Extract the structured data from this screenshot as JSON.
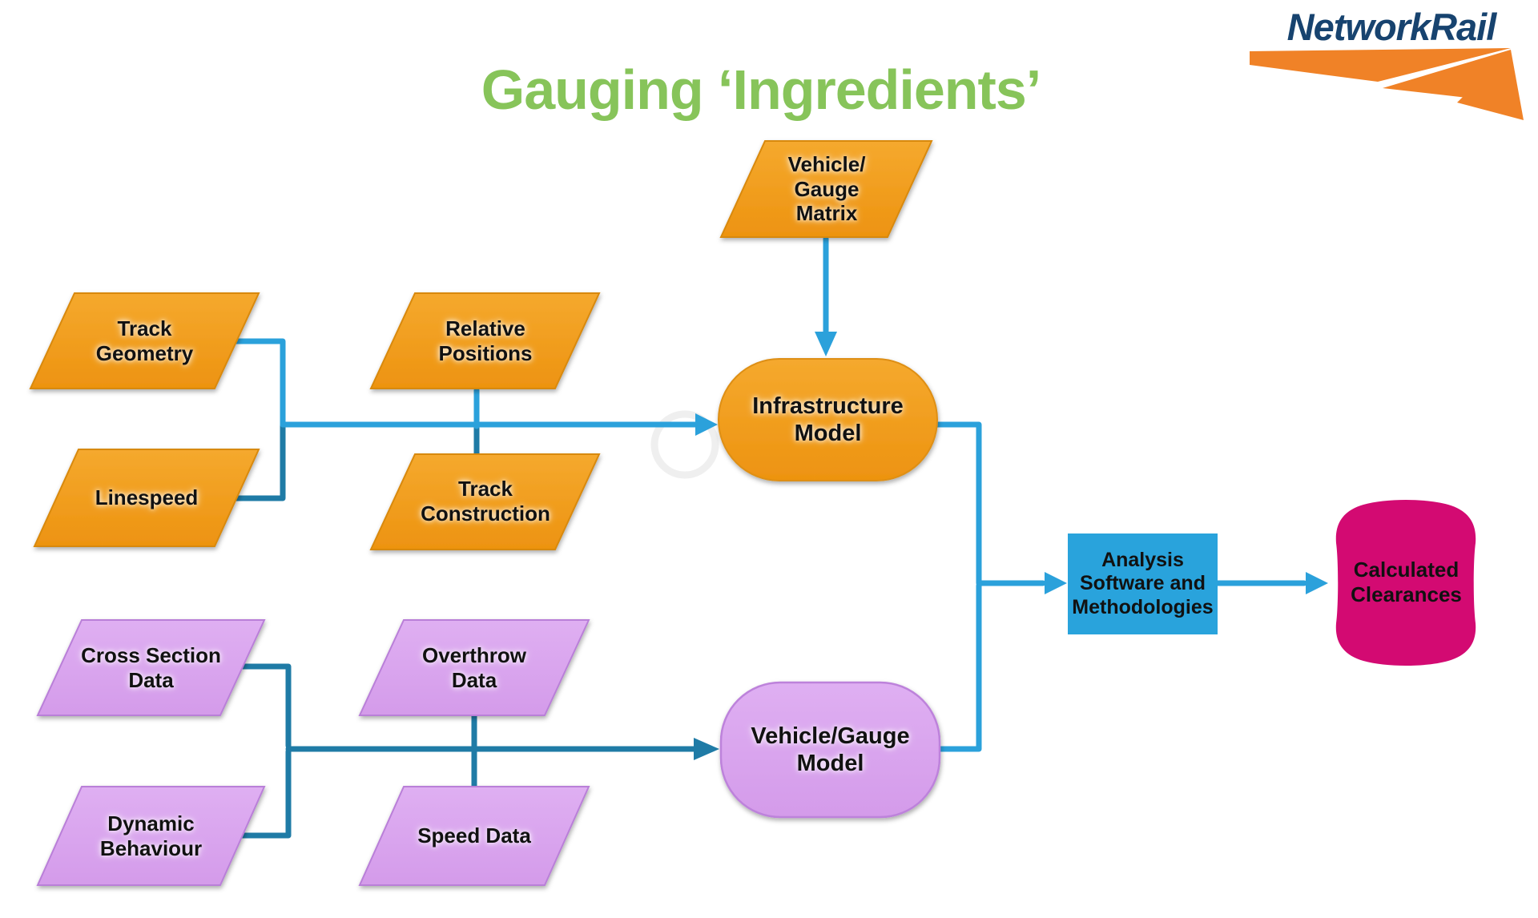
{
  "title": "Gauging ‘Ingredients’",
  "logo": {
    "text": "NetworkRail"
  },
  "colors": {
    "title_green": "#87C45A",
    "logo_navy": "#17436F",
    "logo_orange": "#F08227",
    "ingredient_orange": "#F09D1F",
    "ingredient_purple": "#D9A5EE",
    "connector_light_blue": "#2BA1DB",
    "connector_dark_blue": "#1F7BA6",
    "analysis_blue": "#29A3DC",
    "result_magenta": "#D30A72"
  },
  "nodes": {
    "vehicle_gauge_matrix": {
      "label": "Vehicle/\nGauge\nMatrix",
      "type": "parallelogram",
      "color": "#F09D1F"
    },
    "track_geometry": {
      "label": "Track\nGeometry",
      "type": "parallelogram",
      "color": "#F09D1F"
    },
    "linespeed": {
      "label": "Linespeed",
      "type": "parallelogram",
      "color": "#F09D1F"
    },
    "relative_positions": {
      "label": "Relative\nPositions",
      "type": "parallelogram",
      "color": "#F09D1F"
    },
    "track_construction": {
      "label": "Track\nConstruction",
      "type": "parallelogram",
      "color": "#F09D1F"
    },
    "infrastructure_model": {
      "label": "Infrastructure Model",
      "type": "stadium",
      "color": "#F09D1F"
    },
    "cross_section_data": {
      "label": "Cross Section\nData",
      "type": "parallelogram",
      "color": "#D9A5EE"
    },
    "dynamic_behaviour": {
      "label": "Dynamic\nBehaviour",
      "type": "parallelogram",
      "color": "#D9A5EE"
    },
    "overthrow_data": {
      "label": "Overthrow\nData",
      "type": "parallelogram",
      "color": "#D9A5EE"
    },
    "speed_data": {
      "label": "Speed Data",
      "type": "parallelogram",
      "color": "#D9A5EE"
    },
    "vehicle_gauge_model": {
      "label": "Vehicle/Gauge Model",
      "type": "stadium",
      "color": "#D9A5EE"
    },
    "analysis_software": {
      "label": "Analysis\nSoftware and\nMethodologies",
      "type": "rectangle",
      "color": "#29A3DC"
    },
    "calculated_clearances": {
      "label": "Calculated\nClearances",
      "type": "barrel",
      "color": "#D30A72"
    }
  },
  "edges": [
    {
      "from": "vehicle_gauge_matrix",
      "to": "infrastructure_model"
    },
    {
      "from": "track_geometry",
      "to": "infrastructure_model"
    },
    {
      "from": "linespeed",
      "to": "infrastructure_model"
    },
    {
      "from": "relative_positions",
      "to": "infrastructure_model"
    },
    {
      "from": "track_construction",
      "to": "infrastructure_model"
    },
    {
      "from": "cross_section_data",
      "to": "vehicle_gauge_model"
    },
    {
      "from": "dynamic_behaviour",
      "to": "vehicle_gauge_model"
    },
    {
      "from": "overthrow_data",
      "to": "vehicle_gauge_model"
    },
    {
      "from": "speed_data",
      "to": "vehicle_gauge_model"
    },
    {
      "from": "infrastructure_model",
      "to": "analysis_software"
    },
    {
      "from": "vehicle_gauge_model",
      "to": "analysis_software"
    },
    {
      "from": "analysis_software",
      "to": "calculated_clearances"
    }
  ]
}
